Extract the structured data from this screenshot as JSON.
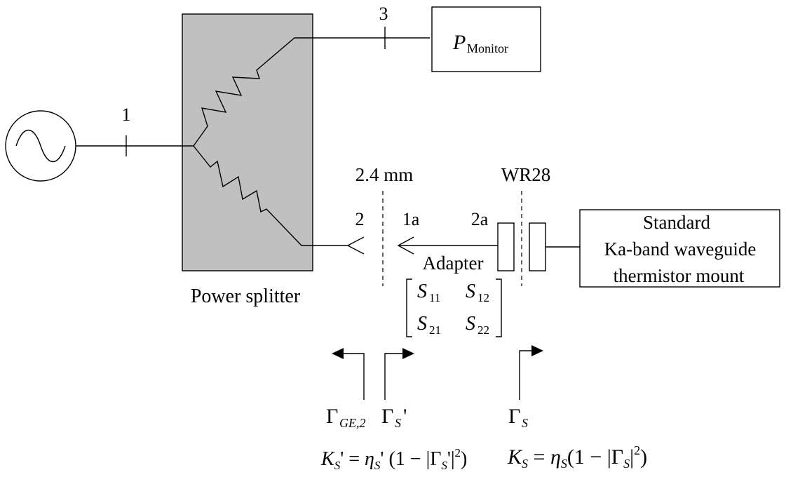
{
  "labels": {
    "port1": "1",
    "port2": "2",
    "port3": "3",
    "port1a": "1a",
    "port2a": "2a",
    "connector_24mm": "2.4 mm",
    "connector_wr28": "WR28",
    "splitter": "Power splitter",
    "adapter": "Adapter",
    "monitor_p": "P",
    "monitor_sub": "Monitor",
    "standard_line1": "Standard",
    "standard_line2": "Ka-band waveguide",
    "standard_line3": "thermistor mount"
  },
  "matrix": {
    "s11": "S",
    "s11_sub": "11",
    "s12": "S",
    "s12_sub": "12",
    "s21": "S",
    "s21_sub": "21",
    "s22": "S",
    "s22_sub": "22"
  },
  "gammas": {
    "g_ge_main": "Γ",
    "g_ge_sub": "GE,2",
    "g_sp_main": "Γ",
    "g_sp_sub": "S",
    "g_sp_prime": "'",
    "g_s_main": "Γ",
    "g_s_sub": "S"
  },
  "equations": {
    "left": {
      "k": "K",
      "k_sub": "S",
      "k_prime": "'",
      "eq": " = ",
      "eta": "η",
      "eta_sub": "S",
      "eta_prime": "'",
      "open": " (1 − |",
      "gamma": "Γ",
      "gamma_sub": "S",
      "gamma_prime": "'",
      "close": "|",
      "exp": "2",
      "end": ")"
    },
    "right": {
      "k": "K",
      "k_sub": "S",
      "eq": " = ",
      "eta": "η",
      "eta_sub": "S",
      "open": "(1 − |",
      "gamma": "Γ",
      "gamma_sub": "S",
      "close": "|",
      "exp": "2",
      "end": ")"
    }
  }
}
